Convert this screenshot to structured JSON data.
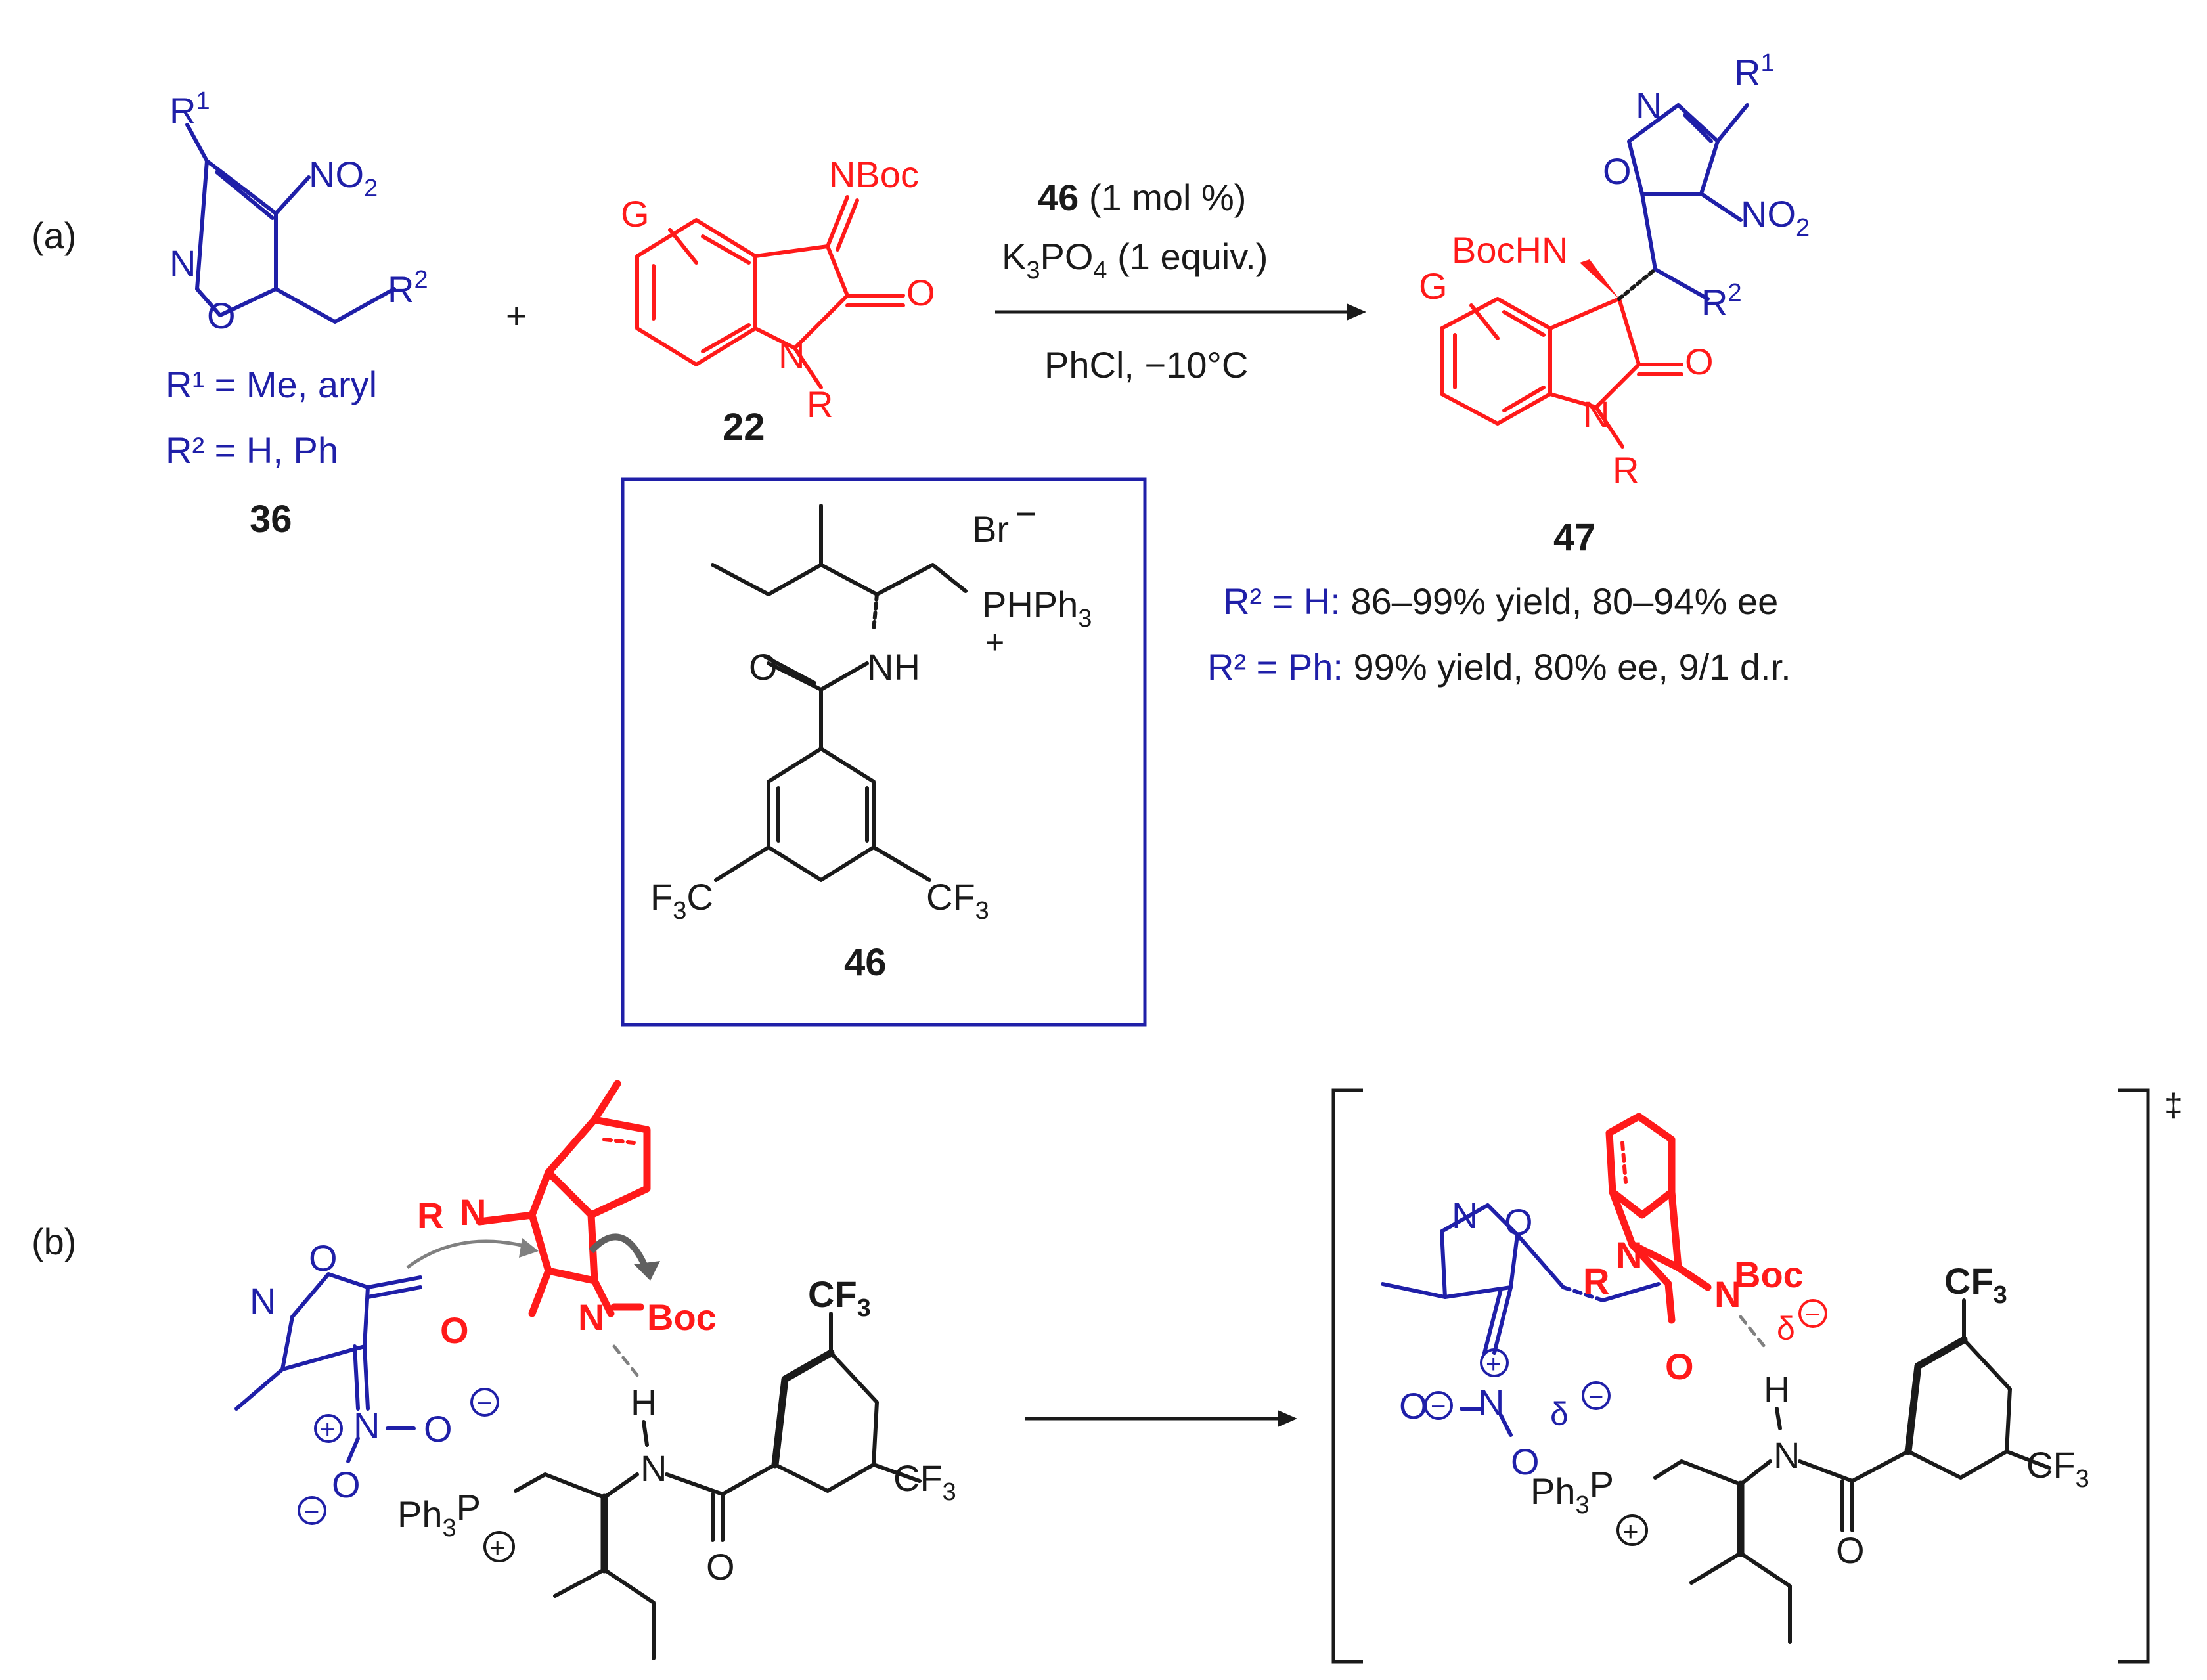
{
  "panels": {
    "a": "(a)",
    "b": "(b)"
  },
  "plus_sign": "+",
  "reactant_36": {
    "number": "36",
    "r1_def": "R¹ = Me, aryl",
    "r2_def": "R² = H, Ph",
    "labels": {
      "R1": "R",
      "R1_sup": "1",
      "NO2": "NO",
      "NO2_sub": "2",
      "N": "N",
      "O": "O",
      "R2": "R",
      "R2_sup": "2"
    }
  },
  "reactant_22": {
    "number": "22",
    "labels": {
      "NBoc": "NBoc",
      "G": "G",
      "O": "O",
      "N": "N",
      "R": "R"
    }
  },
  "conditions": {
    "catalyst": "46",
    "catalyst_loading": " (1 mol %)",
    "base": "K",
    "base_sub1": "3",
    "base_mid": "PO",
    "base_sub2": "4",
    "base_tail": " (1 equiv.)",
    "solvent_temp": "PhCl, −10°C"
  },
  "catalyst_46": {
    "number": "46",
    "counterion": "Br",
    "counterion_charge": "−",
    "phosphonium": "PHPh",
    "phosphonium_sub": "3",
    "plus": "+",
    "NH": "NH",
    "O": "O",
    "CF3_left": "F",
    "CF3_left_sub": "3",
    "CF3_left_tail": "C",
    "CF3_right": "CF",
    "CF3_right_sub": "3"
  },
  "product_47": {
    "number": "47",
    "result_h_label": "R² = H:",
    "result_h_value": " 86–99% yield, 80–94% ee",
    "result_ph_label": "R² = Ph:",
    "result_ph_value": " 99% yield, 80% ee, 9/1 d.r.",
    "labels": {
      "BocHN": "BocHN",
      "G": "G",
      "O": "O",
      "N": "N",
      "R": "R",
      "R1": "R",
      "R1_sup": "1",
      "NO2": "NO",
      "NO2_sub": "2",
      "R2": "R",
      "R2_sup": "2",
      "ring_N": "N",
      "ring_O": "O"
    }
  },
  "panel_b_left": {
    "R_N": "R",
    "N": "N",
    "O": "O",
    "N_Boc": "N",
    "Boc": "Boc",
    "H": "H",
    "NH": "N",
    "CF3_top": "CF",
    "CF3_top_sub": "3",
    "CF3_right": "CF",
    "CF3_right_sub": "3",
    "Ph3P": "Ph",
    "Ph3P_sub": "3",
    "Ph3P_tail": "P",
    "plus": "+",
    "minus": "−",
    "iso_N": "N",
    "iso_O": "O",
    "nitro_N": "N",
    "nitro_O1": "O",
    "nitro_O2": "O",
    "carbonyl_O": "O"
  },
  "panel_b_ts": {
    "dagger": "‡",
    "R": "R",
    "N_ring": "N",
    "N_Boc": "N",
    "Boc": "Boc",
    "delta": "δ",
    "O": "O",
    "H": "H",
    "NH": "N",
    "CF3_top": "CF",
    "CF3_top_sub": "3",
    "CF3_right": "CF",
    "CF3_right_sub": "3",
    "Ph3P": "Ph",
    "Ph3P_sub": "3",
    "Ph3P_tail": "P",
    "plus": "+",
    "minus": "−",
    "iso_N": "N",
    "iso_O": "O",
    "nitro_N": "N",
    "nitro_O1": "O",
    "nitro_O2": "O",
    "carbonyl_O": "O"
  }
}
